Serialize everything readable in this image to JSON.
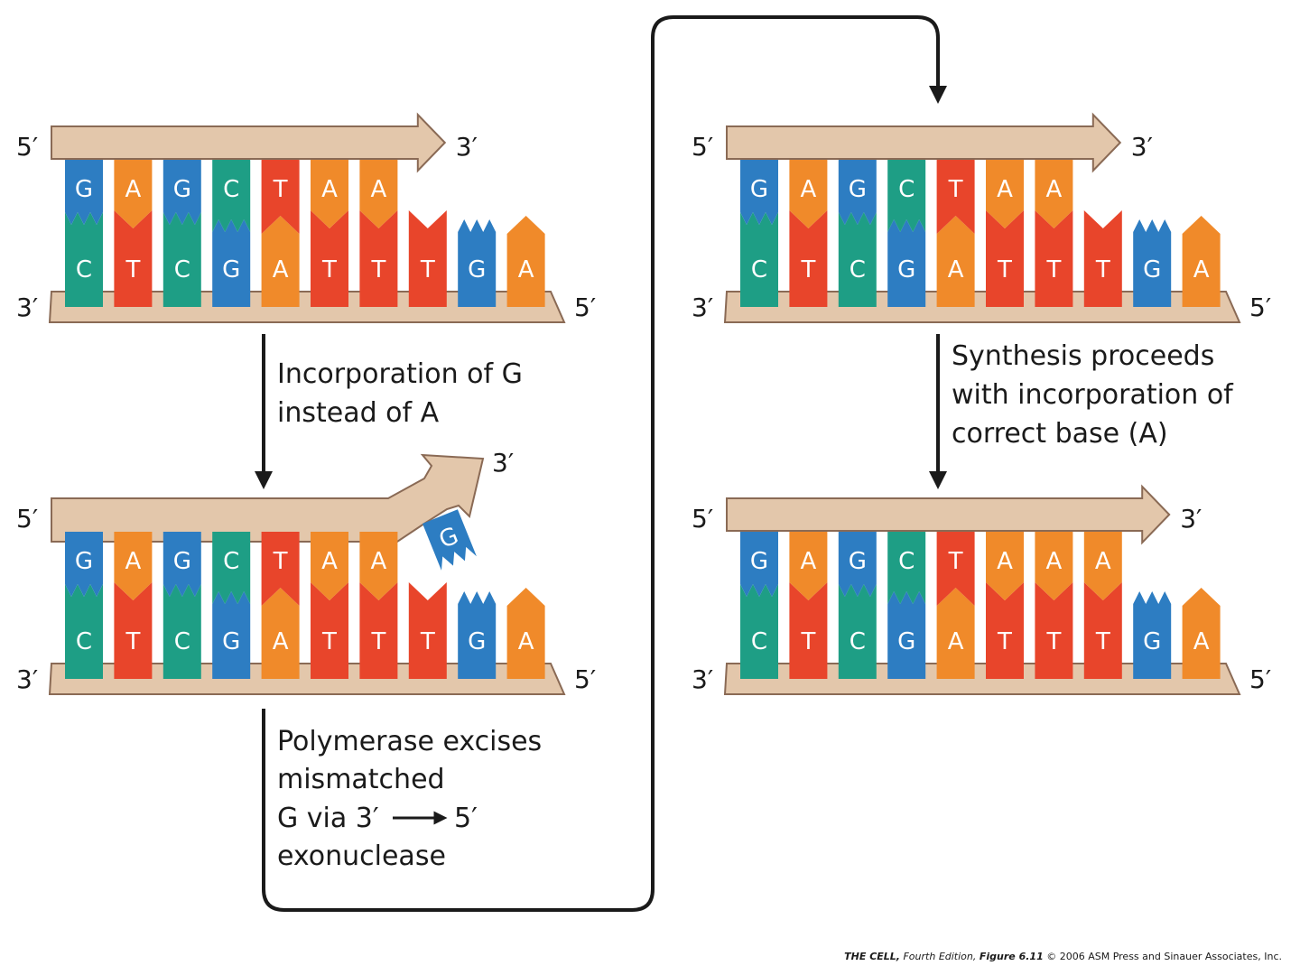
{
  "colors": {
    "G": "#2d7dc2",
    "A": "#f08a2a",
    "C": "#1e9e85",
    "T": "#e8452b",
    "backbone": "#e3c7ab",
    "backbone_stroke": "#8a6a55",
    "arrow_line": "#1a1a1a"
  },
  "end_labels": {
    "five_prime": "5′",
    "three_prime": "3′"
  },
  "panels": [
    {
      "id": "panel-1",
      "primer": [
        "G",
        "A",
        "G",
        "C",
        "T",
        "A",
        "A"
      ],
      "template": [
        "C",
        "T",
        "C",
        "G",
        "A",
        "T",
        "T",
        "T",
        "G",
        "A"
      ]
    },
    {
      "id": "panel-2",
      "primer": [
        "G",
        "A",
        "G",
        "C",
        "T",
        "A",
        "A"
      ],
      "mismatched": "G",
      "template": [
        "C",
        "T",
        "C",
        "G",
        "A",
        "T",
        "T",
        "T",
        "G",
        "A"
      ]
    },
    {
      "id": "panel-3",
      "primer": [
        "G",
        "A",
        "G",
        "C",
        "T",
        "A",
        "A"
      ],
      "template": [
        "C",
        "T",
        "C",
        "G",
        "A",
        "T",
        "T",
        "T",
        "G",
        "A"
      ]
    },
    {
      "id": "panel-4",
      "primer": [
        "G",
        "A",
        "G",
        "C",
        "T",
        "A",
        "A",
        "A"
      ],
      "template": [
        "C",
        "T",
        "C",
        "G",
        "A",
        "T",
        "T",
        "T",
        "G",
        "A"
      ]
    }
  ],
  "steps": {
    "step1": [
      "Incorporation of G",
      "instead of A"
    ],
    "step2": [
      "Polymerase excises",
      "mismatched",
      "G via 3′",
      "5′",
      "exonuclease"
    ],
    "step3": [
      "Synthesis proceeds",
      "with incorporation of",
      "correct base (A)"
    ]
  },
  "credit": {
    "title": "THE CELL,",
    "edition": "Fourth Edition,",
    "figure": "Figure 6.11",
    "copyright": "© 2006 ASM Press and Sinauer Associates, Inc."
  }
}
